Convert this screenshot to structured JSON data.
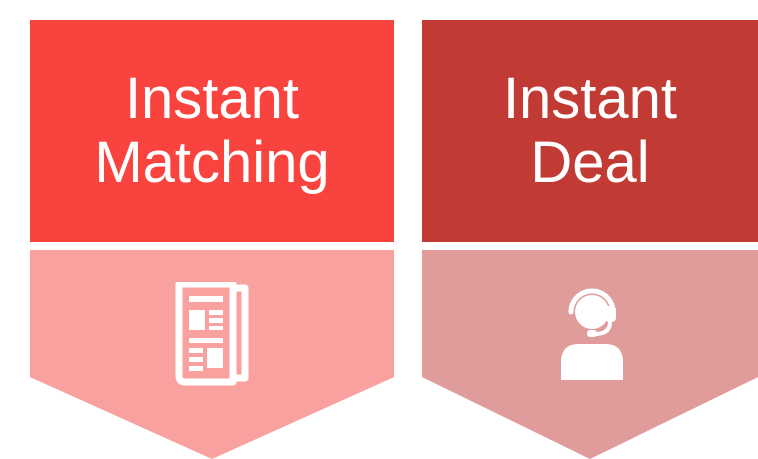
{
  "cards": [
    {
      "title_line1": "Instant",
      "title_line2": "Matching",
      "header_color": "#f9433e",
      "body_color": "#f9a19e",
      "icon": "newspaper-icon"
    },
    {
      "title_line1": "Instant",
      "title_line2": "Deal",
      "header_color": "#c13a33",
      "body_color": "#e09c9b",
      "icon": "customer-support-headset-icon"
    }
  ]
}
